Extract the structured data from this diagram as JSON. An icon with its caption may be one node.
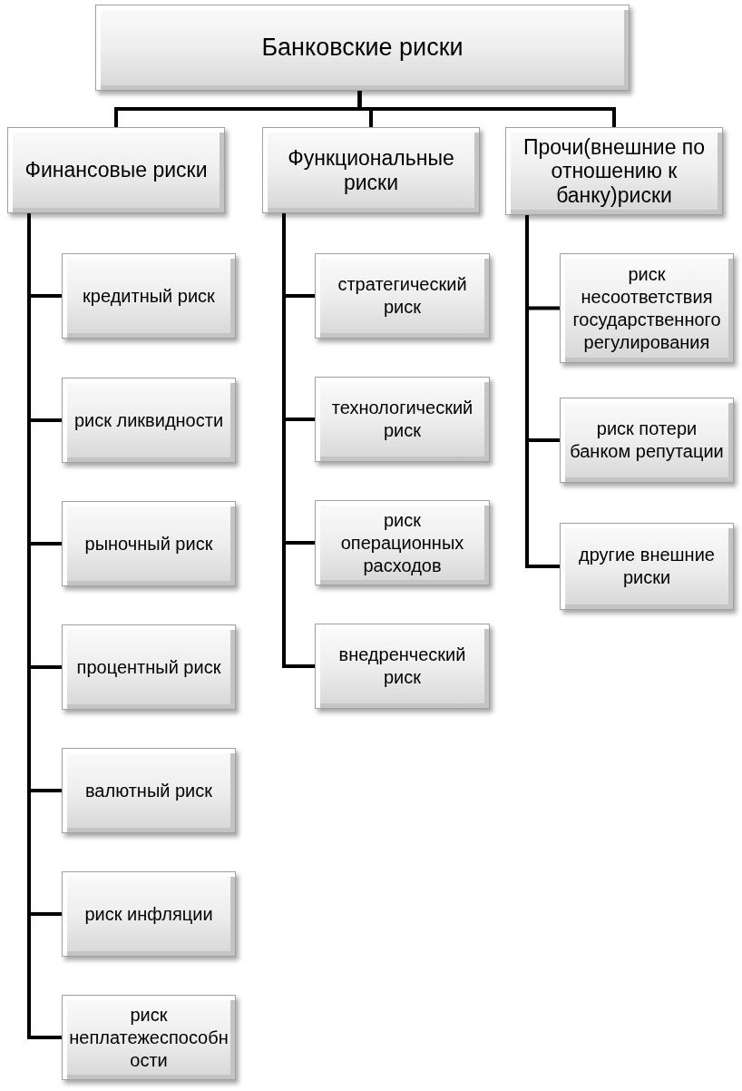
{
  "diagram": {
    "nodes": [
      {
        "text": [
          "Банковские риски"
        ]
      },
      {
        "text": [
          "Финансовые риски"
        ]
      },
      {
        "text": [
          "Функциональные риски"
        ]
      },
      {
        "text": [
          "Прочи(внешние по отношению к банку)риски"
        ]
      },
      {
        "text": [
          "кредитный риск"
        ]
      },
      {
        "text": [
          "риск ликвидности"
        ]
      },
      {
        "text": [
          "рыночный риск"
        ]
      },
      {
        "text": [
          "процентный риск"
        ]
      },
      {
        "text": [
          "валютный риск"
        ]
      },
      {
        "text": [
          "риск инфляции"
        ]
      },
      {
        "text": [
          "риск неплатежеспособности"
        ]
      },
      {
        "text": [
          "стратегический риск"
        ]
      },
      {
        "text": [
          "технологический риск"
        ]
      },
      {
        "text": [
          "риск операционных расходов"
        ]
      },
      {
        "text": [
          "внедренческий риск"
        ]
      },
      {
        "text": [
          "риск несоответствия государственного регулирования"
        ]
      },
      {
        "text": [
          "риск потери банком репутации"
        ]
      },
      {
        "text": [
          "другие внешние риски"
        ]
      }
    ],
    "edges": [
      {
        "from": 0,
        "to": 1,
        "arrow": "none"
      },
      {
        "from": 0,
        "to": 2,
        "arrow": "none"
      },
      {
        "from": 0,
        "to": 3,
        "arrow": "none"
      },
      {
        "from": 1,
        "to": 4,
        "arrow": "none"
      },
      {
        "from": 1,
        "to": 5,
        "arrow": "none"
      },
      {
        "from": 1,
        "to": 6,
        "arrow": "none"
      },
      {
        "from": 1,
        "to": 7,
        "arrow": "none"
      },
      {
        "from": 1,
        "to": 8,
        "arrow": "none"
      },
      {
        "from": 1,
        "to": 9,
        "arrow": "none"
      },
      {
        "from": 1,
        "to": 10,
        "arrow": "none"
      },
      {
        "from": 2,
        "to": 11,
        "arrow": "none"
      },
      {
        "from": 2,
        "to": 12,
        "arrow": "none"
      },
      {
        "from": 2,
        "to": 13,
        "arrow": "none"
      },
      {
        "from": 2,
        "to": 14,
        "arrow": "none"
      },
      {
        "from": 3,
        "to": 15,
        "arrow": "none"
      },
      {
        "from": 3,
        "to": 16,
        "arrow": "none"
      },
      {
        "from": 3,
        "to": 17,
        "arrow": "none"
      }
    ]
  }
}
